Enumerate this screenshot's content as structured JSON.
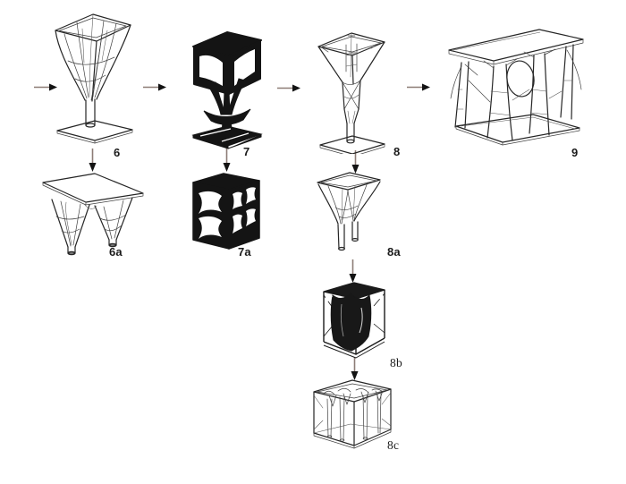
{
  "canvas": {
    "background": "#ffffff",
    "ink_color": "#262626",
    "dark_mass_color": "#141414"
  },
  "arrows": {
    "shaft_color": "#8d7c76",
    "head_color": "#131313",
    "items": [
      {
        "name": "flow-arrow-into-6",
        "direction": "right"
      },
      {
        "name": "flow-arrow-6-to-7",
        "direction": "right"
      },
      {
        "name": "flow-arrow-7-to-8",
        "direction": "right"
      },
      {
        "name": "flow-arrow-8-to-9",
        "direction": "right"
      },
      {
        "name": "flow-arrow-6-to-6a",
        "direction": "down"
      },
      {
        "name": "flow-arrow-7-to-7a",
        "direction": "down"
      },
      {
        "name": "flow-arrow-8-to-8a",
        "direction": "down"
      },
      {
        "name": "flow-arrow-8a-to-8b",
        "direction": "down"
      },
      {
        "name": "flow-arrow-8b-to-8c",
        "direction": "down"
      }
    ]
  },
  "figures": [
    {
      "id": "6",
      "label": "6",
      "depicts": "wireframe-funnel-column-on-square-base-plate"
    },
    {
      "id": "7",
      "label": "7",
      "depicts": "dense-dark-goblet-column-with-cubic-head"
    },
    {
      "id": "8",
      "label": "8",
      "depicts": "wireframe-braced-funnel-column-on-base-plate"
    },
    {
      "id": "9",
      "label": "9",
      "depicts": "branching-column-pavilion-with-flat-roof-slab"
    },
    {
      "id": "6a",
      "label": "6a",
      "depicts": "flat-slab-on-two-inverted-cone-columns"
    },
    {
      "id": "7a",
      "label": "7a",
      "depicts": "dark-box-frame-with-hourglass-columns"
    },
    {
      "id": "8a",
      "label": "8a",
      "depicts": "slab-and-funnels-on-two-cylinder-stems"
    },
    {
      "id": "8b",
      "label": "8b",
      "depicts": "dark-box-with-dense-interior-tree-mass"
    },
    {
      "id": "8c",
      "label": "8c",
      "depicts": "light-wireframe-box-with-interior-columns"
    }
  ]
}
